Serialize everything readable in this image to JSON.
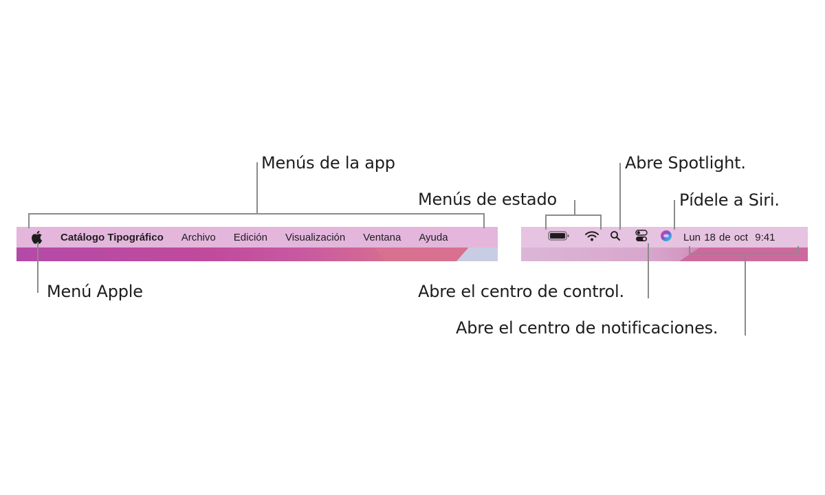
{
  "menubar": {
    "apple_menu_icon": "apple-logo",
    "app_name": "Catálogo Tipográfico",
    "menus": [
      "Archivo",
      "Edición",
      "Visualización",
      "Ventana",
      "Ayuda"
    ],
    "status_icons": [
      "battery-icon",
      "wifi-icon",
      "spotlight-search-icon",
      "control-center-icon",
      "siri-icon"
    ],
    "clock": {
      "date": "Lun 18 de oct",
      "time": "9:41"
    }
  },
  "callouts": {
    "app_menus": "Menús de la app",
    "status_menus": "Menús de estado",
    "spotlight": "Abre Spotlight.",
    "siri": "Pídele a Siri.",
    "apple_menu": "Menú Apple",
    "control_center": "Abre el centro de control.",
    "notification_center": "Abre el centro de notificaciones."
  },
  "colors": {
    "menubar_left": "#e4b6dc",
    "menubar_right": "#e6c3e0",
    "wallpaper_magenta": "#c04a9c",
    "leader_line": "#8a8a8a"
  }
}
